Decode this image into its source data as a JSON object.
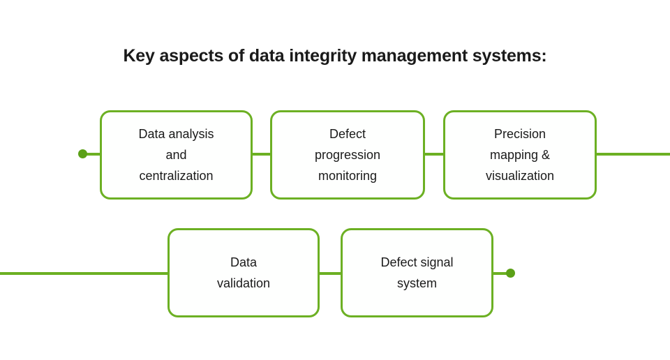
{
  "diagram": {
    "title": "Key aspects of data integrity management systems:",
    "type": "flowchart-snake",
    "accent_color": "#6CB023",
    "dot_color": "#5BA017",
    "text_color": "#1a1a1a",
    "background_color": "#ffffff",
    "nodes": [
      {
        "id": "node-1",
        "label": "Data analysis\nand\ncentralization",
        "row": 1,
        "order": 1
      },
      {
        "id": "node-2",
        "label": "Defect\nprogression\nmonitoring",
        "row": 1,
        "order": 2
      },
      {
        "id": "node-3",
        "label": "Precision\nmapping &\nvisualization",
        "row": 1,
        "order": 3
      },
      {
        "id": "node-4",
        "label": "Data\nvalidation",
        "row": 2,
        "order": 4
      },
      {
        "id": "node-5",
        "label": "Defect signal\nsystem",
        "row": 2,
        "order": 5
      }
    ],
    "connectors": [
      {
        "id": "start-dot",
        "kind": "terminal-dot",
        "side": "left",
        "row": 1
      },
      {
        "id": "conn-start",
        "kind": "line",
        "from": "start-dot",
        "to": "node-1"
      },
      {
        "id": "conn-1-2",
        "kind": "line",
        "from": "node-1",
        "to": "node-2"
      },
      {
        "id": "conn-2-3",
        "kind": "line",
        "from": "node-2",
        "to": "node-3"
      },
      {
        "id": "conn-3-edge",
        "kind": "line",
        "from": "node-3",
        "to": "canvas-right-edge"
      },
      {
        "id": "conn-edge-4",
        "kind": "line",
        "from": "canvas-left-edge",
        "to": "node-4"
      },
      {
        "id": "conn-4-5",
        "kind": "line",
        "from": "node-4",
        "to": "node-5"
      },
      {
        "id": "conn-end",
        "kind": "line",
        "from": "node-5",
        "to": "end-dot"
      },
      {
        "id": "end-dot",
        "kind": "terminal-dot",
        "side": "right",
        "row": 2
      }
    ]
  }
}
